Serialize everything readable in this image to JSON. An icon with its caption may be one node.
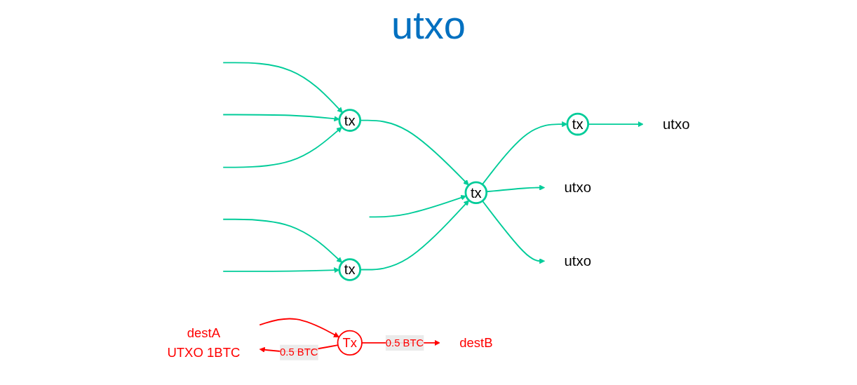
{
  "diagram": {
    "title": "utxo",
    "nodes": [
      {
        "text": [
          "tx"
        ]
      },
      {
        "text": [
          "tx"
        ]
      },
      {
        "text": [
          "tx"
        ]
      },
      {
        "text": [
          "tx"
        ]
      },
      {
        "text": [
          "utxo"
        ]
      },
      {
        "text": [
          "utxo"
        ]
      },
      {
        "text": [
          "utxo"
        ]
      },
      {
        "text": [
          "destA",
          "UTXO 1BTC"
        ]
      },
      {
        "text": [
          "Tx"
        ]
      },
      {
        "text": [
          "destB"
        ]
      }
    ],
    "edges": [
      {
        "from": null,
        "to": 0,
        "arrow": "to"
      },
      {
        "from": null,
        "to": 0,
        "arrow": "to"
      },
      {
        "from": null,
        "to": 0,
        "arrow": "to"
      },
      {
        "from": 0,
        "to": 1,
        "arrow": "to"
      },
      {
        "from": null,
        "to": 1,
        "arrow": "to"
      },
      {
        "from": null,
        "to": 2,
        "arrow": "to"
      },
      {
        "from": null,
        "to": 2,
        "arrow": "to"
      },
      {
        "from": 2,
        "to": 1,
        "arrow": "to"
      },
      {
        "from": 1,
        "to": 4,
        "arrow": "to"
      },
      {
        "from": 1,
        "to": 5,
        "arrow": "to"
      },
      {
        "from": 1,
        "to": 3,
        "arrow": "to"
      },
      {
        "from": 3,
        "to": 6,
        "arrow": "to"
      },
      {
        "from": 7,
        "to": 8,
        "arrow": "to",
        "color": "#ff0000"
      },
      {
        "from": 8,
        "to": 9,
        "arrow": "to",
        "label": "0.5 BTC",
        "color": "#ff0000"
      },
      {
        "from": 8,
        "to": 7,
        "arrow": "to",
        "label": "0.5 BTC",
        "color": "#ff0000"
      }
    ]
  }
}
